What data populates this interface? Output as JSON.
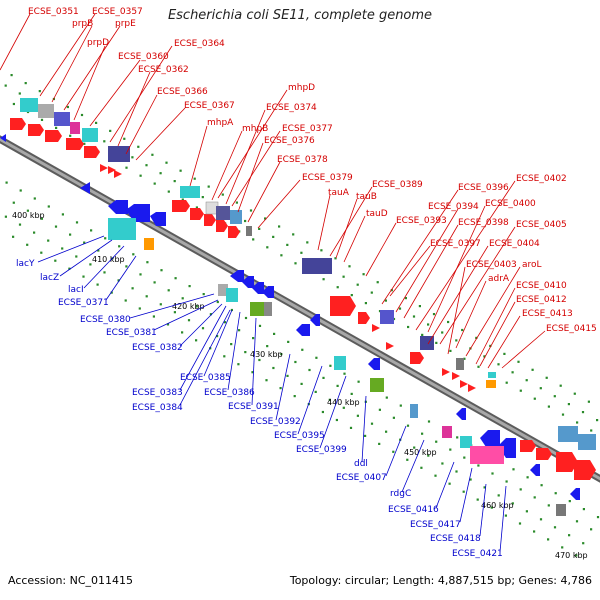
{
  "title": "Escherichia coli SE11, complete genome",
  "footer": {
    "accession": "Accession: NC_011415",
    "summary": "Topology: circular; Length: 4,887,515 bp; Genes: 4,786"
  },
  "colors": {
    "forward_label": "#d40000",
    "reverse_label": "#0000cc",
    "forward_gene": "#ff2020",
    "reverse_gene": "#1a1aee",
    "backbone": "#8a8a8a",
    "tick": "#2a8a2a"
  },
  "kbp_ticks": [
    "400 kbp",
    "410 kbp",
    "420 kbp",
    "430 kbp",
    "440 kbp",
    "450 kbp",
    "460 kbp",
    "470 kbp"
  ],
  "forward_labels": [
    "ECSE_0351",
    "ECSE_0357",
    "prpB",
    "prpE",
    "prpD",
    "ECSE_0360",
    "ECSE_0364",
    "ECSE_0362",
    "ECSE_0366",
    "ECSE_0367",
    "mhpD",
    "mhpA",
    "ECSE_0374",
    "mhpB",
    "ECSE_0377",
    "ECSE_0376",
    "ECSE_0378",
    "ECSE_0379",
    "tauA",
    "ECSE_0389",
    "tauB",
    "tauD",
    "ECSE_0396",
    "ECSE_0402",
    "ECSE_0394",
    "ECSE_0393",
    "ECSE_0400",
    "ECSE_0398",
    "ECSE_0405",
    "ECSE_0397",
    "ECSE_0404",
    "ECSE_0403",
    "aroL",
    "adrA",
    "ECSE_0410",
    "ECSE_0412",
    "ECSE_0413",
    "ECSE_0415"
  ],
  "reverse_labels": [
    "lacY",
    "lacZ",
    "lacI",
    "ECSE_0371",
    "ECSE_0380",
    "ECSE_0381",
    "ECSE_0382",
    "ECSE_0385",
    "ECSE_0383",
    "ECSE_0386",
    "ECSE_0384",
    "ECSE_0391",
    "ECSE_0392",
    "ECSE_0395",
    "ECSE_0399",
    "ddl",
    "ECSE_0407",
    "rdgC",
    "ECSE_0416",
    "ECSE_0417",
    "ECSE_0418",
    "ECSE_0421"
  ]
}
